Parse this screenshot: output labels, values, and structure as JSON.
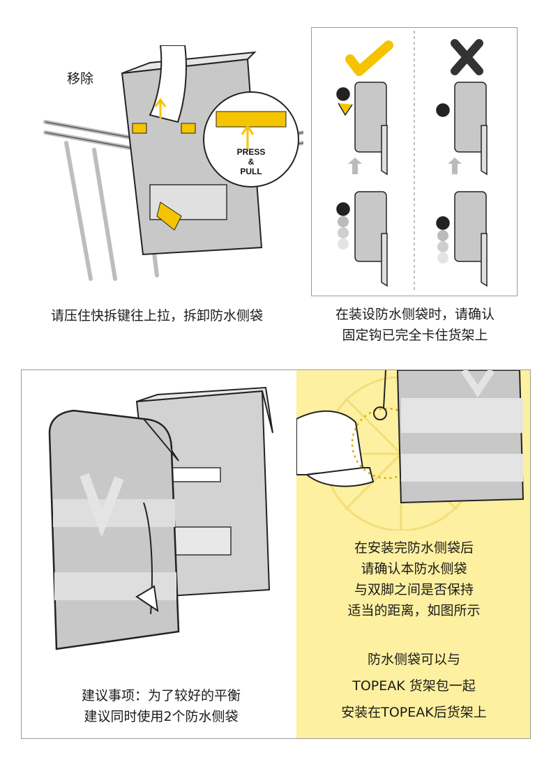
{
  "top_left": {
    "remove_label": "移除",
    "press_text": "PRESS",
    "amp_text": "&",
    "pull_text": "PULL",
    "caption": "请压住快拆键往上拉，拆卸防水侧袋"
  },
  "top_right": {
    "caption_line1": "在装设防水侧袋时，请确认",
    "caption_line2": "固定钩已完全卡住货架上"
  },
  "bottom_left": {
    "caption_line1": "建议事项：为了较好的平衡",
    "caption_line2": "建议同时使用2个防水侧袋"
  },
  "bottom_right": {
    "para1_line1": "在安装完防水侧袋后",
    "para1_line2": "请确认本防水侧袋",
    "para1_line3": "与双脚之间是否保持",
    "para1_line4": "适当的距离，如图所示",
    "para2_line1": "防水侧袋可以与",
    "para2_line2": "TOPEAK 货架包一起",
    "para2_line3": "安装在TOPEAK后货架上"
  },
  "colors": {
    "accent_yellow": "#f5c400",
    "panel_yellow": "#fdf0a0",
    "bag_gray": "#c8c8c8",
    "line_dark": "#1e1e1e"
  },
  "icons": {
    "correct": "check-icon",
    "wrong": "cross-icon"
  }
}
